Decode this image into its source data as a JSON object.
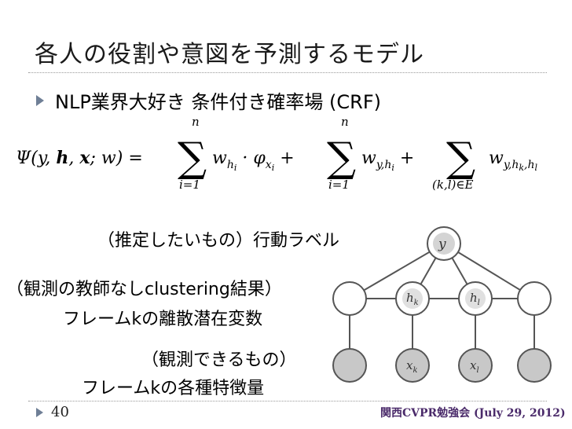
{
  "slide": {
    "title": "各人の役割や意図を予測するモデル",
    "bullet": "NLP業界大好き 条件付き確率場 (CRF)",
    "page_number": "40",
    "footer": "関西CVPR勉強会 (July 29, 2012)"
  },
  "equation": {
    "lhs": "Ψ(y, h, x; w) =",
    "sum1_upper": "n",
    "sum1_lower": "i=1",
    "term1": "w_{h_i} · φ_{x_i} +",
    "sum2_upper": "n",
    "sum2_lower": "i=1",
    "term2": "w_{y,h_i} +",
    "sum3_lower": "(k,l)∈E",
    "term3": "w_{y,h_k,h_l}"
  },
  "annotations": {
    "label_y": "（推定したいもの）行動ラベル",
    "label_h_line1": "（観測の教師なしclustering結果）",
    "label_h_line2": "フレームkの離散潜在変数",
    "label_x_line1": "（観測できるもの）",
    "label_x_line2": "フレームkの各種特徴量"
  },
  "graph": {
    "nodes": {
      "y": "y",
      "h_k": "h_k",
      "h_l": "h_l",
      "x_k": "x_k",
      "x_l": "x_l"
    },
    "colors": {
      "observed_fill": "#c8c8c8",
      "latent_fill": "#ffffff",
      "y_fill": "#d9d9d9",
      "stroke": "#555555"
    }
  },
  "colors": {
    "bullet": "#6f7f96",
    "footer": "#4a2a6a"
  }
}
